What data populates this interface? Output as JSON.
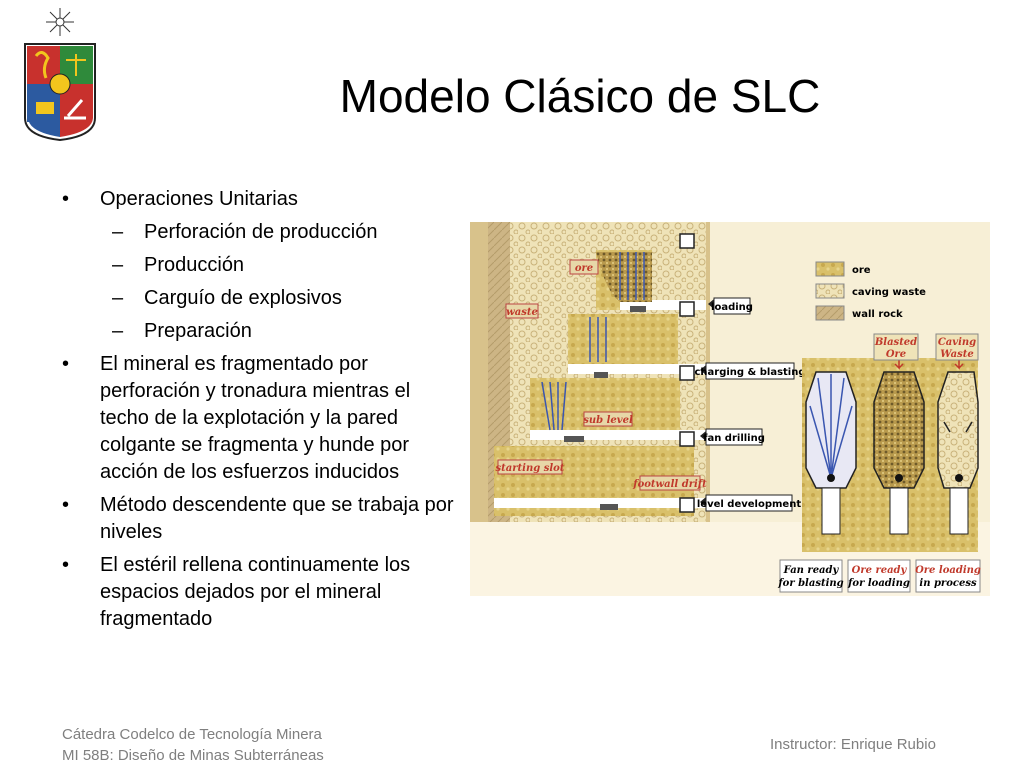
{
  "slide": {
    "title": "Modelo Clásico de SLC",
    "bullets": [
      {
        "level": 1,
        "text": "Operaciones Unitarias"
      },
      {
        "level": 2,
        "text": "Perforación de producción"
      },
      {
        "level": 2,
        "text": "Producción"
      },
      {
        "level": 2,
        "text": "Carguío de explosivos"
      },
      {
        "level": 2,
        "text": "Preparación"
      },
      {
        "level": 1,
        "text": "El mineral es fragmentado por perforación y tronadura mientras el techo de la explotación y la pared colgante se fragmenta y hunde por acción de los esfuerzos inducidos"
      },
      {
        "level": 1,
        "text": "Método descendente que se trabaja por niveles"
      },
      {
        "level": 1,
        "text": "El estéril rellena continuamente los espacios dejados por el mineral fragmentado"
      }
    ],
    "footer": {
      "left_line1": "Cátedra Codelco de Tecnología Minera",
      "left_line2": "MI 58B: Diseño de Minas Subterráneas",
      "right": "Instructor: Enrique Rubio"
    }
  },
  "figure": {
    "labels": {
      "ore": "ore",
      "waste": "waste",
      "sub_level": "sub level",
      "starting_slot": "starting slot",
      "footwall_drift": "footwall drift",
      "loading": "loading",
      "charging_blasting": "charging & blasting",
      "fan_drilling": "fan drilling",
      "level_development": "level development"
    },
    "legend": {
      "ore": "ore",
      "caving_waste": "caving waste",
      "wall_rock": "wall rock"
    },
    "top_labels": {
      "blasted_ore_1": "Blasted",
      "blasted_ore_2": "Ore",
      "caving_waste_1": "Caving",
      "caving_waste_2": "Waste"
    },
    "bottom_labels": {
      "fan_ready_1": "Fan ready",
      "fan_ready_2": "for blasting",
      "ore_ready_1": "Ore ready",
      "ore_ready_2": "for loading",
      "ore_loading_1": "Ore loading",
      "ore_loading_2": "in process"
    },
    "colors": {
      "ore": "#d9c06a",
      "caving_waste": "#efe3b8",
      "wall_rock": "#c9b27a",
      "label_red": "#c0392b",
      "drill_blue": "#3a56b0"
    }
  },
  "logo": {
    "colors": {
      "red": "#c8312d",
      "green": "#2f8a3b",
      "blue": "#2c5aa0",
      "yellow": "#f2c51d"
    }
  }
}
